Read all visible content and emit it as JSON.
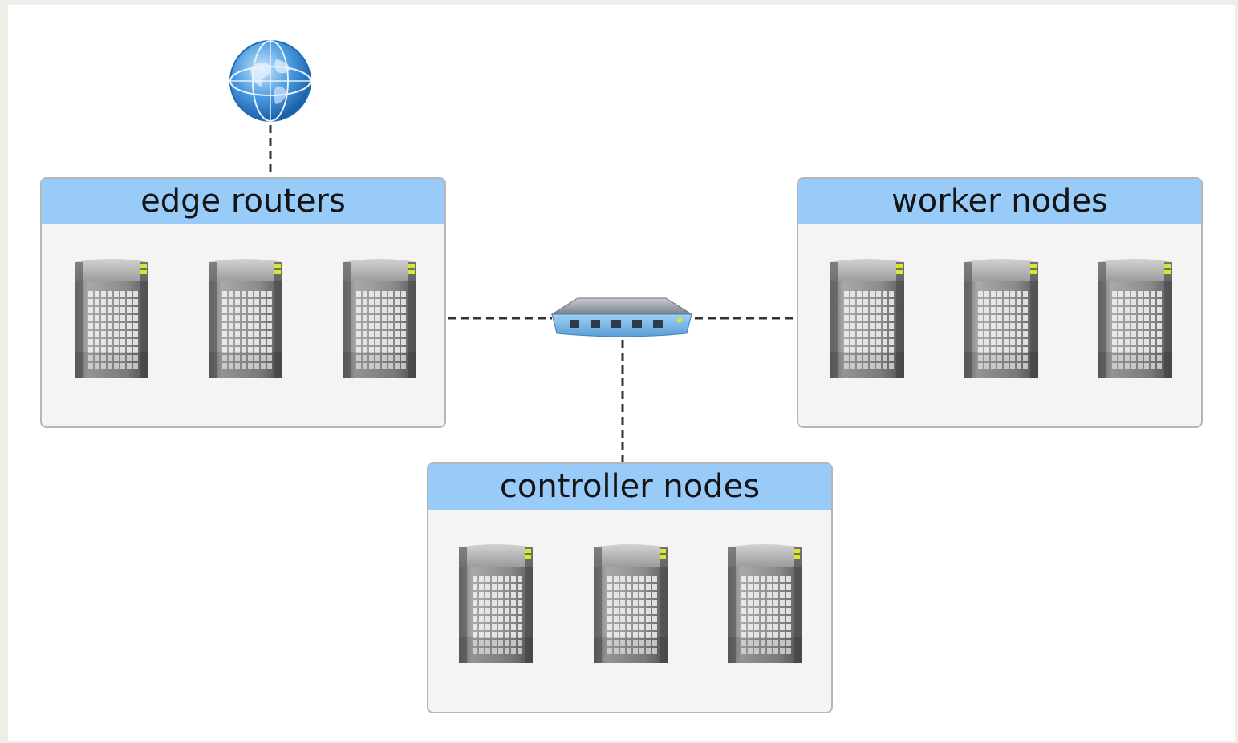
{
  "groups": {
    "edge": {
      "title": "edge routers",
      "servers": 3
    },
    "worker": {
      "title": "worker nodes",
      "servers": 3
    },
    "controller": {
      "title": "controller nodes",
      "servers": 3
    }
  },
  "icons": {
    "internet": "globe-icon",
    "switch": "network-switch-icon",
    "server": "server-tower-icon"
  },
  "colors": {
    "header": "#99cbf9",
    "group_background": "#f4f4f4",
    "link": "#333333"
  }
}
